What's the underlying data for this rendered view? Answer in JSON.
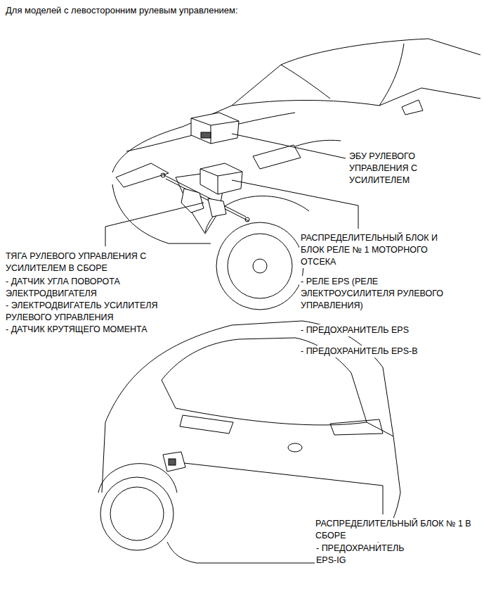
{
  "diagram": {
    "title": "Для моделей с левосторонним рулевым управлением:",
    "labels": [
      "ЭБУ РУЛЕВОГО УПРАВЛЕНИЯ С УСИЛИТЕЛЕМ",
      "РАСПРЕДЕЛИТЕЛЬНЫЙ БЛОК И БЛОК РЕЛЕ № 1 МОТОРНОГО ОТСЕКА",
      "- РЕЛЕ EPS (РЕЛЕ ЭЛЕКТРОУСИЛИТЕЛЯ РУЛЕВОГО УПРАВЛЕНИЯ)",
      "- ПРЕДОХРАНИТЕЛЬ EPS",
      "- ПРЕДОХРАНИТЕЛЬ EPS-B",
      "ТЯГА РУЛЕВОГО УПРАВЛЕНИЯ С УСИЛИТЕЛЕМ В СБОРЕ",
      "- ДАТЧИК УГЛА ПОВОРОТА ЭЛЕКТРОДВИГАТЕЛЯ",
      "- ЭЛЕКТРОДВИГАТЕЛЬ УСИЛИТЕЛЯ РУЛЕВОГО УПРАВЛЕНИЯ",
      "- ДАТЧИК КРУТЯЩЕГО МОМЕНТА",
      "РАСПРЕДЕЛИТЕЛЬНЫЙ БЛОК № 1 В СБОРЕ",
      "- ПРЕДОХРАНИТЕЛЬ EPS-IG"
    ]
  }
}
